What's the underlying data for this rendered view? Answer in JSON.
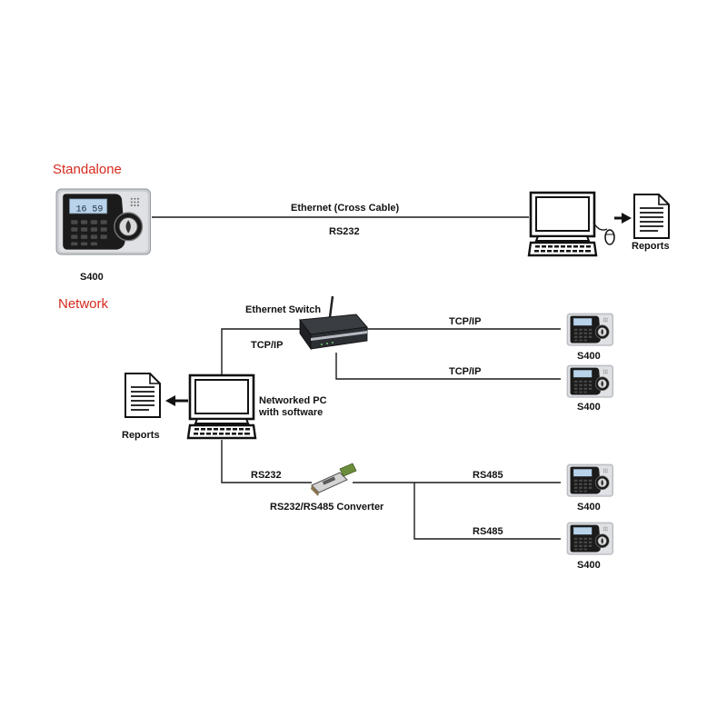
{
  "sections": {
    "standalone": "Standalone",
    "network": "Network"
  },
  "devices": {
    "model": "S400",
    "screen_time": "16 59"
  },
  "standalone": {
    "cable_top": "Ethernet  (Cross Cable)",
    "cable_bottom": "RS232",
    "reports": "Reports"
  },
  "network": {
    "switch_label": "Ethernet Switch",
    "pc_tcpip": "TCP/IP",
    "link_tcpip_1": "TCP/IP",
    "link_tcpip_2": "TCP/IP",
    "pc_label_line1": "Networked PC",
    "pc_label_line2": "with software",
    "reports": "Reports",
    "rs232": "RS232",
    "converter_label": "RS232/RS485 Converter",
    "link_rs485_1": "RS485",
    "link_rs485_2": "RS485"
  },
  "colors": {
    "section_heading": "#d62a1e",
    "wire": "#1a1a1a",
    "device_silver": "#c9ccd0",
    "device_black": "#1b1b1b",
    "lcd": "#b9d3ea"
  },
  "icons": [
    "terminal-icon",
    "computer-icon",
    "mouse-icon",
    "document-icon",
    "router-icon",
    "converter-icon",
    "arrow-icon"
  ]
}
